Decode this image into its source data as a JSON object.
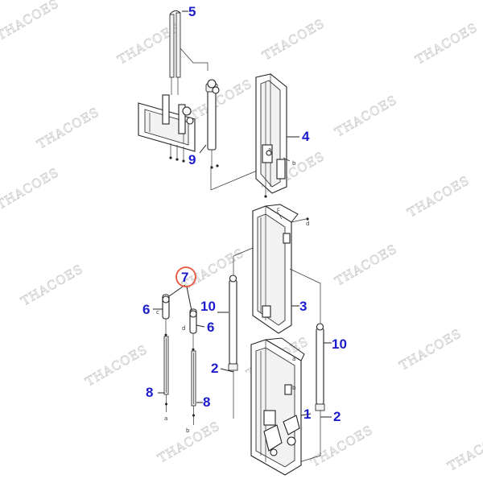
{
  "watermark": "THACOES",
  "callouts": [
    {
      "id": "callout-5",
      "label": "5"
    },
    {
      "id": "callout-9",
      "label": "9"
    },
    {
      "id": "callout-4",
      "label": "4"
    },
    {
      "id": "callout-7",
      "label": "7",
      "highlighted": true
    },
    {
      "id": "callout-6a",
      "label": "6"
    },
    {
      "id": "callout-6b",
      "label": "6"
    },
    {
      "id": "callout-10a",
      "label": "10"
    },
    {
      "id": "callout-10b",
      "label": "10"
    },
    {
      "id": "callout-3",
      "label": "3"
    },
    {
      "id": "callout-2a",
      "label": "2"
    },
    {
      "id": "callout-2b",
      "label": "2"
    },
    {
      "id": "callout-1",
      "label": "1"
    },
    {
      "id": "callout-8a",
      "label": "8"
    },
    {
      "id": "callout-8b",
      "label": "8"
    }
  ],
  "reference_letters": {
    "a1": "a",
    "b1": "b",
    "c1": "c",
    "d1": "d",
    "a2": "a",
    "b2": "b",
    "c2": "c",
    "d2": "d",
    "a3": "a",
    "b3": "b"
  },
  "colors": {
    "callout_text": "#1c1ccc",
    "highlight_ring": "#e8553a",
    "watermark": "#cfcfcf"
  }
}
